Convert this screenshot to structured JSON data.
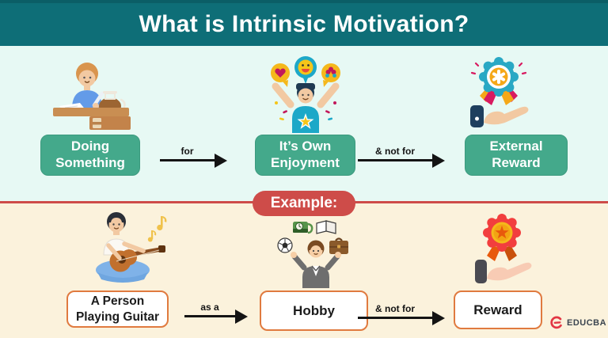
{
  "header": {
    "title": "What is Intrinsic Motivation?"
  },
  "definition_flow": {
    "steps": [
      {
        "label": "Doing Something",
        "icon": "person-writing-at-desk"
      },
      {
        "label": "It’s Own Enjoyment",
        "icon": "person-cheering-with-emoji-bubbles"
      },
      {
        "label": "External Reward",
        "icon": "teal-badge-in-hand"
      }
    ],
    "connectors": [
      {
        "label": "for"
      },
      {
        "label": "& not for"
      }
    ]
  },
  "example_section": {
    "badge_label": "Example:",
    "steps": [
      {
        "label": "A Person Playing Guitar",
        "icon": "person-playing-guitar"
      },
      {
        "label": "Hobby",
        "icon": "businessman-juggling-hobbies"
      },
      {
        "label": "Reward",
        "icon": "red-medal-in-hand"
      }
    ],
    "connectors": [
      {
        "label": "as a"
      },
      {
        "label": "& not for"
      }
    ]
  },
  "footer": {
    "brand": "EDUCBA"
  },
  "colors": {
    "header_bg": "#0E6E77",
    "header_top": "#0B5E66",
    "section1_bg": "#E7F9F4",
    "section2_bg": "#FBF2DC",
    "accent_red": "#CE4C49",
    "green_box": "#44A98B",
    "green_box_border": "#3C9A7E",
    "orange_border": "#E07A3F",
    "arrow_color": "#141414",
    "text_dark": "#1B1B1B",
    "brand_text": "#3B4550",
    "brand_red": "#E23744"
  }
}
